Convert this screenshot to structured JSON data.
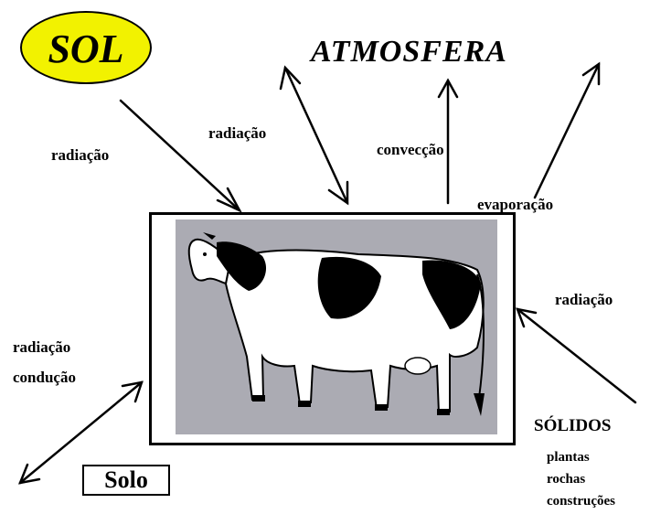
{
  "sol": "SOL",
  "atmosfera": "ATMOSFERA",
  "labels": {
    "radiacao_sol": "radiação",
    "radiacao_top": "radiação",
    "conveccao": "convecção",
    "evaporacao": "evaporação",
    "radiacao_right": "radiação",
    "radiacao_left": "radiação",
    "conducao": "condução"
  },
  "solo": "Solo",
  "solidos": {
    "title": "SÓLIDOS",
    "items": [
      "plantas",
      "rochas",
      "construções"
    ]
  },
  "colors": {
    "sun": "#f2f200",
    "background_panel": "#ababb3"
  },
  "image_subject": "cow-illustration"
}
